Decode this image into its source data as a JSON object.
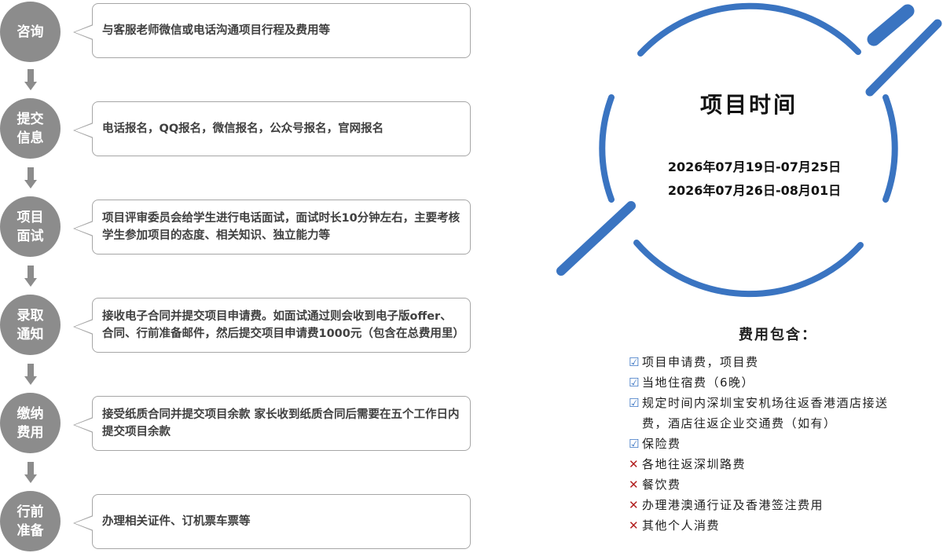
{
  "steps": [
    {
      "label": "咨询",
      "text": "与客服老师微信或电话沟通项目行程及费用等"
    },
    {
      "label": "提交信息",
      "text": "电话报名，QQ报名，微信报名，公众号报名，官网报名"
    },
    {
      "label": "项目面试",
      "text": "项目评审委员会给学生进行电话面试，面试时长10分钟左右，主要考核学生参加项目的态度、相关知识、独立能力等"
    },
    {
      "label": "录取通知",
      "text": "接收电子合同并提交项目申请费。如面试通过则会收到电子版offer、合同、行前准备邮件，然后提交项目申请费1000元（包含在总费用里）"
    },
    {
      "label": "缴纳费用",
      "text": "接受纸质合同并提交项目余款 家长收到纸质合同后需要在五个工作日内提交项目余款"
    },
    {
      "label": "行前准备",
      "text": "办理相关证件、订机票车票等"
    }
  ],
  "schedule": {
    "title": "项目时间",
    "dates": [
      "2026年07月19日-07月25日",
      "2026年07月26日-08月01日"
    ]
  },
  "fees": {
    "title": "费用包含：",
    "items": [
      {
        "icon": "check-icon",
        "text": "项目申请费，项目费"
      },
      {
        "icon": "check-icon",
        "text": "当地住宿费（6晚）"
      },
      {
        "icon": "check-icon",
        "text": "规定时间内深圳宝安机场往返香港酒店接送"
      },
      {
        "icon": "none",
        "text": "费，酒店往返企业交通费（如有）"
      },
      {
        "icon": "check-icon",
        "text": "保险费"
      },
      {
        "icon": "cross-icon",
        "text": "各地往返深圳路费"
      },
      {
        "icon": "cross-icon",
        "text": "餐饮费"
      },
      {
        "icon": "cross-icon",
        "text": "办理港澳通行证及香港签注费用"
      },
      {
        "icon": "cross-icon",
        "text": "其他个人消费"
      }
    ]
  },
  "colors": {
    "accent": "#3a74c1",
    "step": "#8c8c8c"
  }
}
